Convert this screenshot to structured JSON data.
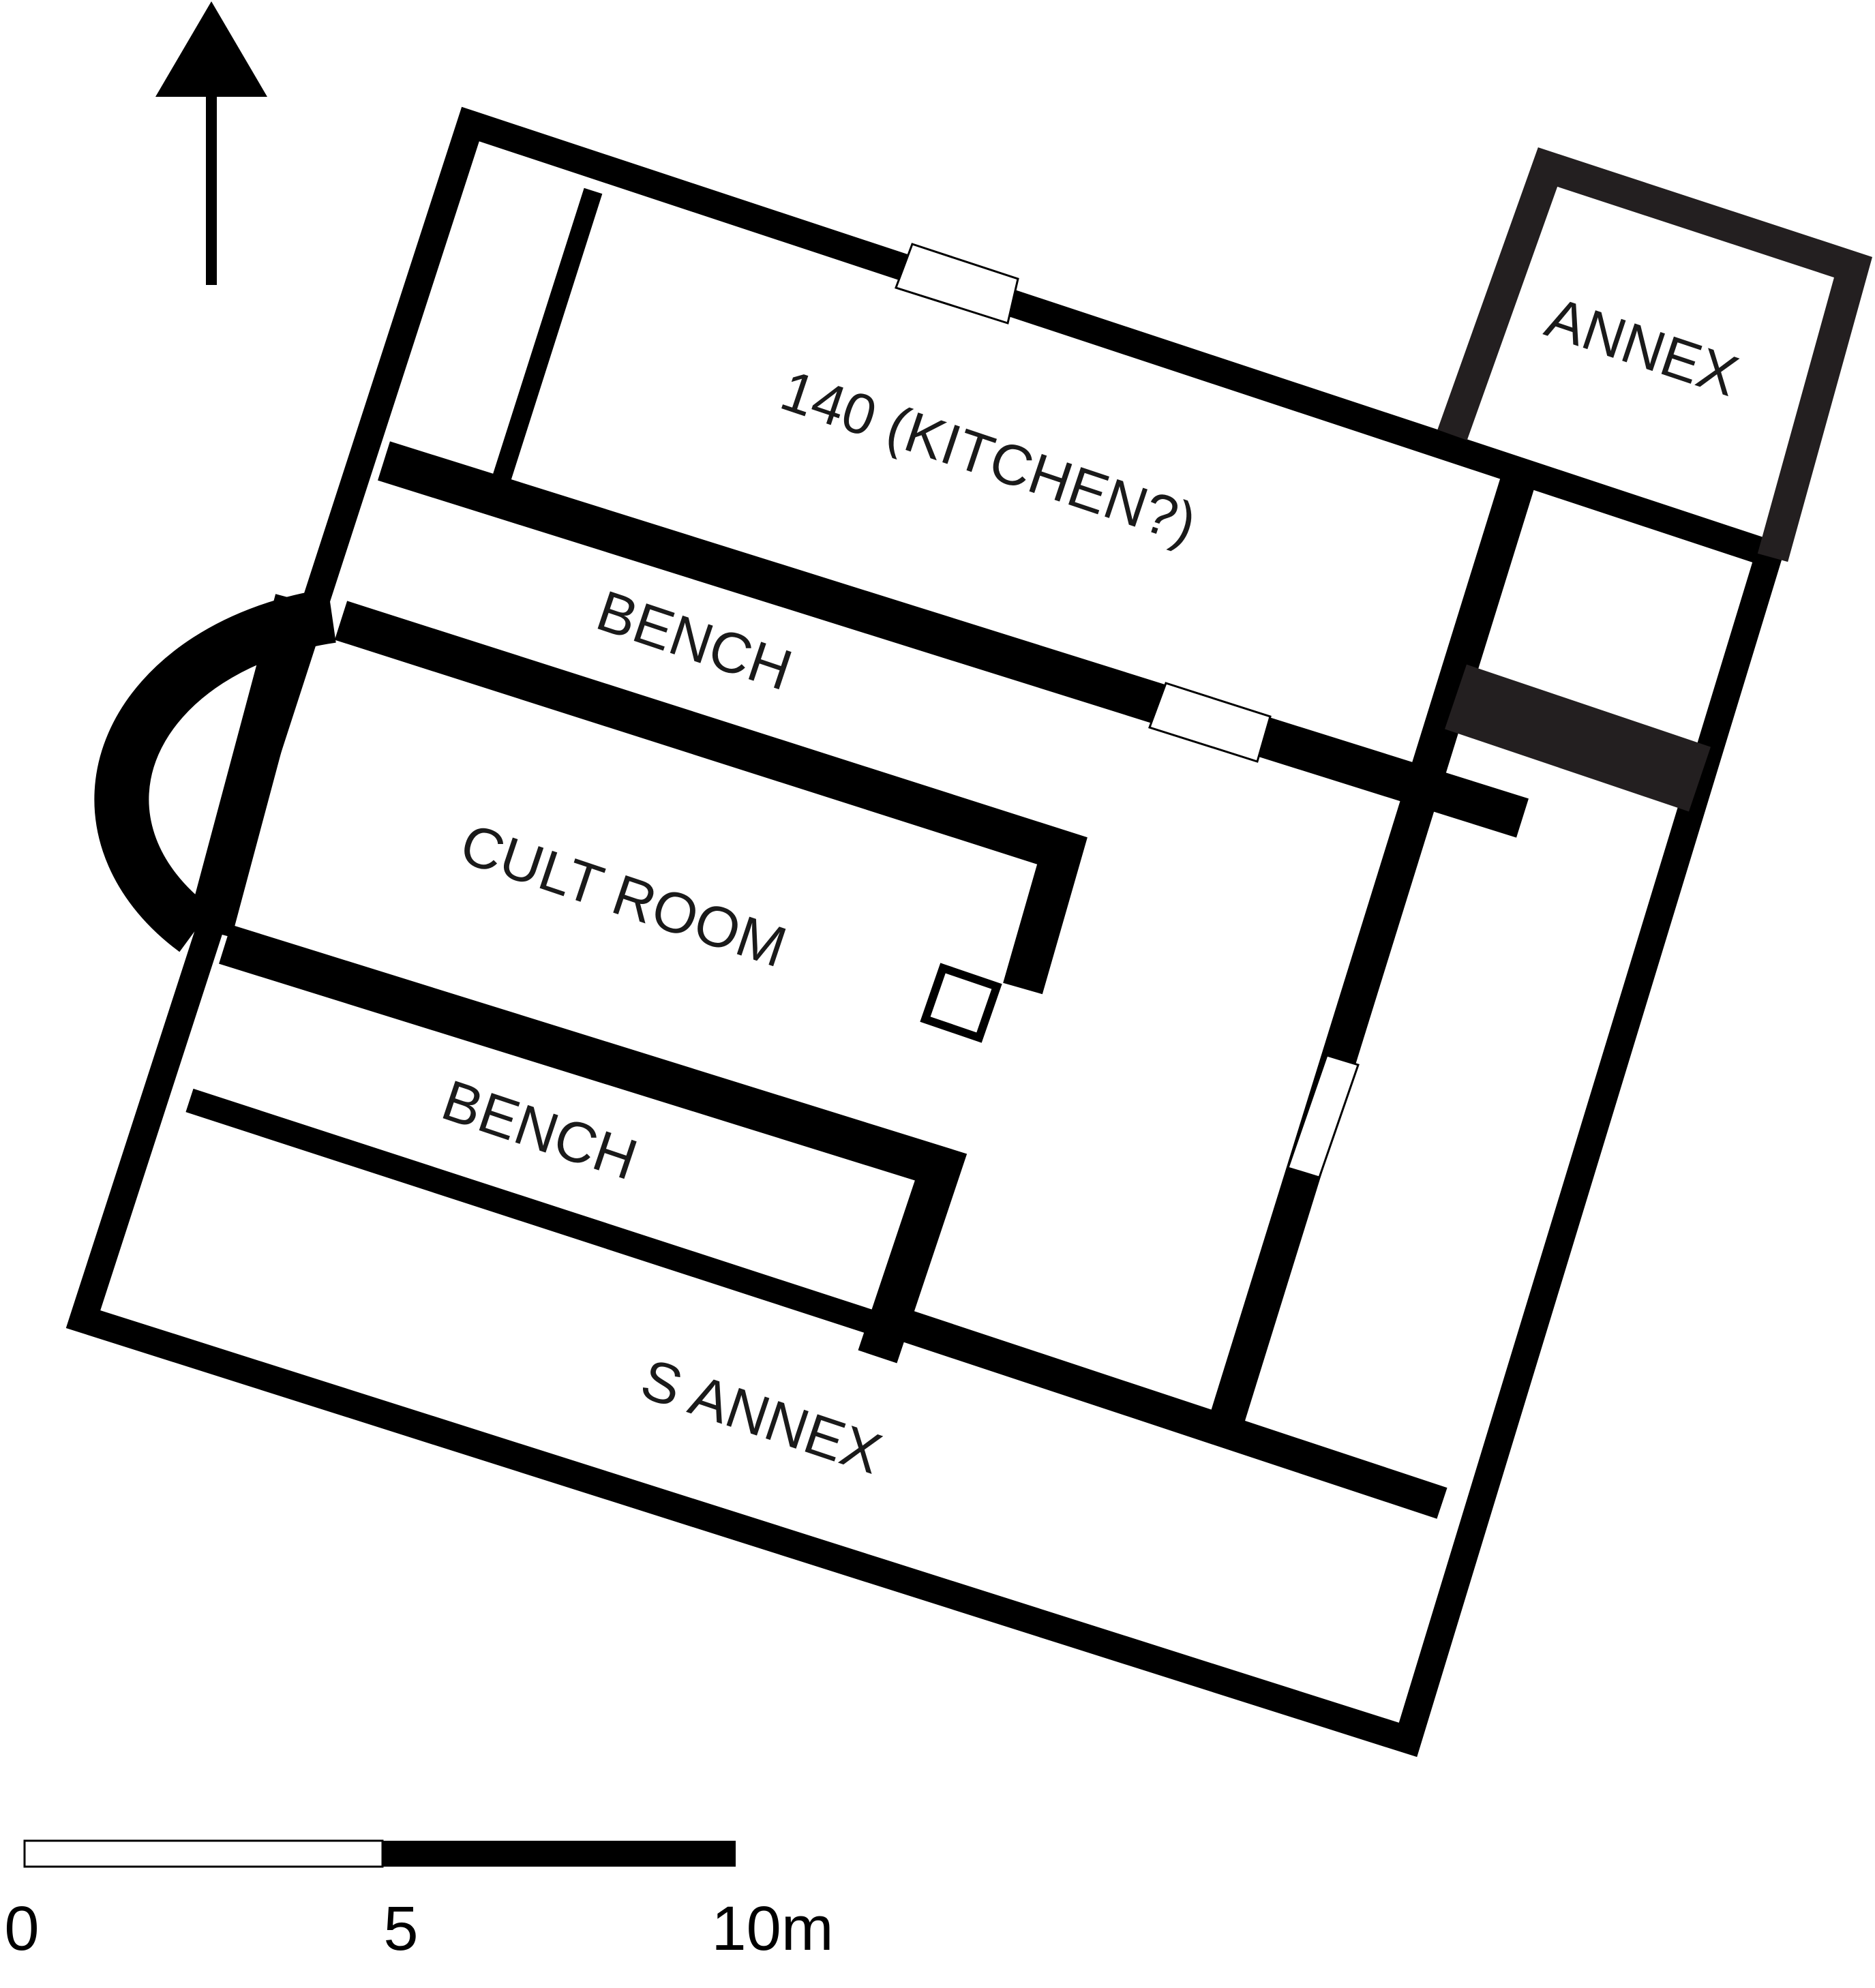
{
  "colors": {
    "wall": "#000000",
    "annex_wall": "#231f20",
    "background": "#ffffff"
  },
  "north_arrow": {
    "icon": "north-arrow-icon"
  },
  "rooms": {
    "kitchen": "140 (KITCHEN?)",
    "annex": "ANNEX",
    "bench_north": "BENCH",
    "cult_room": "CULT ROOM",
    "bench_south": "BENCH",
    "s_annex": "S ANNEX"
  },
  "scale_bar": {
    "label_start": "0",
    "label_mid": "5",
    "label_end": "10m"
  }
}
